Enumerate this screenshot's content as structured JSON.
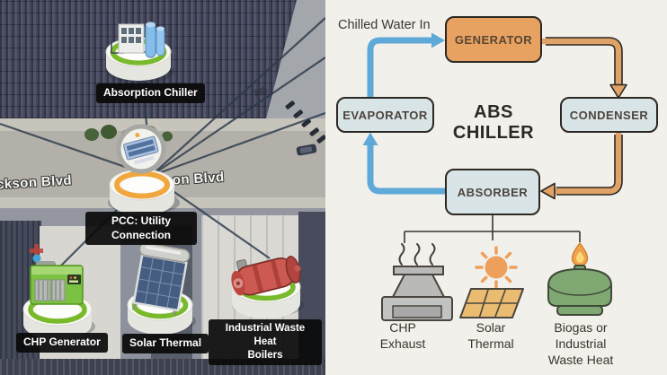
{
  "map": {
    "street_label_left": "ckson Blvd",
    "street_label_right": "son Blvd",
    "ring_green": "#79b92c",
    "ring_orange": "#f0a73e",
    "markers": [
      {
        "name": "absorption-chiller",
        "label": "Absorption Chiller"
      },
      {
        "name": "pcc-utility-connection",
        "label_lines": [
          "PCC: Utility",
          "Connection"
        ]
      },
      {
        "name": "chp-generator",
        "label": "CHP Generator"
      },
      {
        "name": "solar-thermal",
        "label": "Solar Thermal"
      },
      {
        "name": "industrial-waste-heat-boilers",
        "label_lines": [
          "Industrial Waste Heat",
          "Boilers"
        ]
      }
    ]
  },
  "diagram": {
    "title": "ABS CHILLER",
    "inlet_label": "Chilled Water In",
    "nodes": {
      "generator": {
        "label": "GENERATOR"
      },
      "evaporator": {
        "label": "EVAPORATOR"
      },
      "condenser": {
        "label": "CONDENSER"
      },
      "absorber": {
        "label": "ABSORBER"
      }
    },
    "heat_sources": [
      {
        "name": "chp-exhaust",
        "lines": [
          "CHP",
          "Exhaust"
        ]
      },
      {
        "name": "solar-thermal",
        "lines": [
          "Solar",
          "Thermal"
        ]
      },
      {
        "name": "biogas-or-industrial-waste-heat",
        "lines": [
          "Biogas or",
          "Industrial",
          "Waste Heat"
        ]
      }
    ],
    "colors": {
      "background": "#f2f0ea",
      "node_hot": "#e7a262",
      "node_cool": "#d9e4e7",
      "outline": "#2b2823",
      "arrow_cold": "#5fa9d9",
      "arrow_hot": "#e0a266"
    }
  }
}
